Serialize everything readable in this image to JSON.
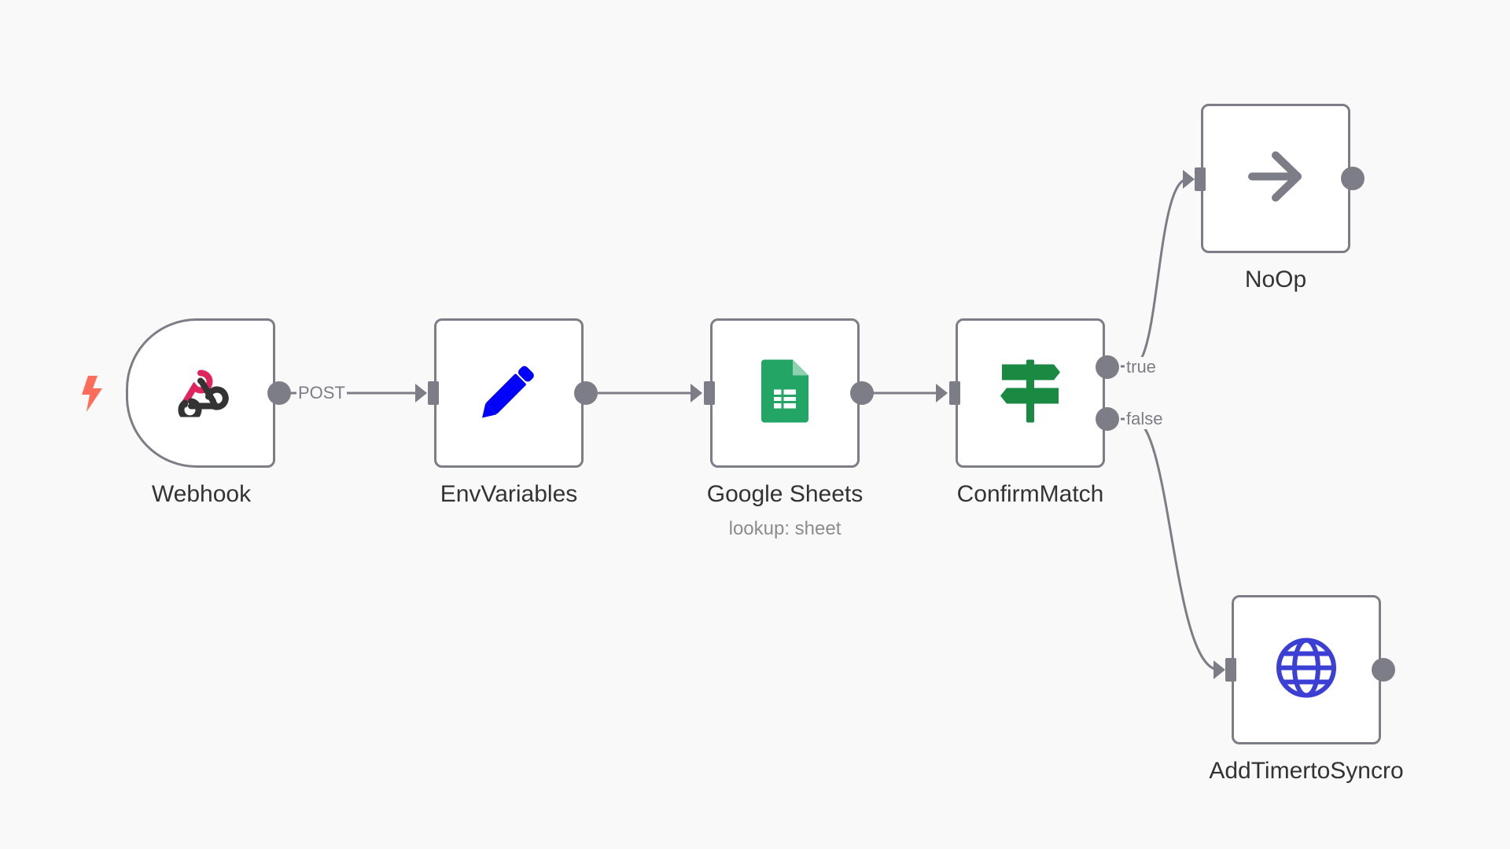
{
  "colors": {
    "canvas_bg": "#f9f9f9",
    "node_border": "#7d7d87",
    "edge": "#7d7d87",
    "trigger_bolt": "#ff6d5a",
    "webhook_pink": "#e0245e",
    "webhook_dark": "#333333",
    "pencil_blue": "#0000ff",
    "sheets_green": "#23a566",
    "if_green": "#1a8a43",
    "noop_gray": "#7d7d87",
    "globe_blue": "#3b3fd4"
  },
  "nodes": {
    "webhook": {
      "label": "Webhook",
      "icon": "webhook-icon"
    },
    "envvariables": {
      "label": "EnvVariables",
      "icon": "pencil-icon"
    },
    "google_sheets": {
      "label": "Google Sheets",
      "subtitle": "lookup: sheet",
      "icon": "google-sheets-icon"
    },
    "confirmmatch": {
      "label": "ConfirmMatch",
      "icon": "signpost-icon"
    },
    "noop": {
      "label": "NoOp",
      "icon": "arrow-right-icon"
    },
    "addtimer": {
      "label": "AddTimertoSyncro",
      "icon": "globe-icon"
    }
  },
  "edges": {
    "webhook_out_label": "POST",
    "true_label": "true",
    "false_label": "false"
  },
  "trigger_icon": "lightning-bolt-icon"
}
